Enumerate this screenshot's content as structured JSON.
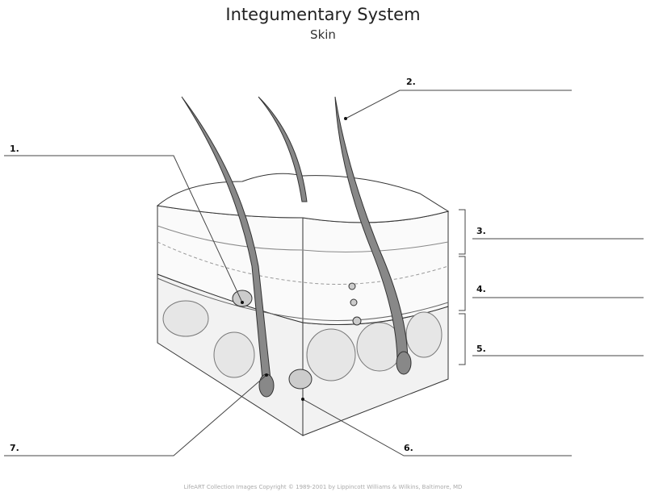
{
  "title": "Integumentary System",
  "subtitle": "Skin",
  "labels": [
    "1.",
    "2.",
    "3.",
    "4.",
    "5.",
    "6.",
    "7."
  ],
  "copyright": "LifeART Collection Images Copyright © 1989-2001 by Lippincott Williams & Wilkins, Baltimore, MD"
}
